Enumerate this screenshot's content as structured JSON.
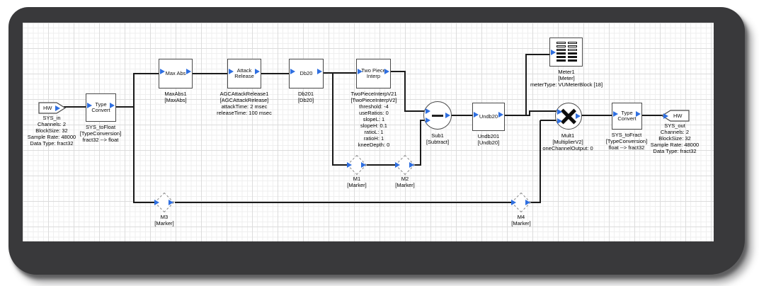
{
  "colors": {
    "wire": "#1b1b1b",
    "port_arrow": "#2f6fe0",
    "block_border": "#4a4a4a",
    "frame": "#39393b",
    "grid_minor": "#efefef",
    "grid_major": "#dcdcdc"
  },
  "diagram": {
    "nodes": {
      "sys_in": {
        "label": "HW",
        "lines": [
          "SYS_in",
          "Channels: 2",
          "BlockSize: 32",
          "Sample Rate: 48000",
          "Data Type: fract32"
        ]
      },
      "sys_to_float": {
        "title": "Type\nConvert",
        "lines": [
          "SYS_toFloat",
          "[TypeConversion]",
          "fract32 --> float"
        ]
      },
      "max_abs": {
        "title": "Max Abs",
        "lines": [
          "MaxAbs1",
          "[MaxAbs]"
        ]
      },
      "attack_release": {
        "title": "Attack\nRelease",
        "lines": [
          "AGCAttackRelease1",
          "[AGCAttackRelease]",
          "attackTime: 2 msec",
          "releaseTime: 100 msec"
        ]
      },
      "db20": {
        "title": "Db20",
        "lines": [
          "Db201",
          "[Db20]"
        ]
      },
      "two_piece_interp": {
        "title": "Two Piece\nInterp",
        "lines": [
          "TwoPieceInterpV21",
          "[TwoPieceInterpV2]",
          "threshold: -4",
          "useRatios: 0",
          "slopeL: 1",
          "slopeH: 0.1",
          "ratioL: 1",
          "ratioH: 1",
          "kneeDepth: 0"
        ]
      },
      "sub": {
        "glyph": "minus",
        "lines": [
          "Sub1",
          "[Subtract]"
        ]
      },
      "undb20": {
        "title": "Undb20",
        "lines": [
          "Undb201",
          "[Undb20]"
        ]
      },
      "meter": {
        "glyph": "vu-meter",
        "lines": [
          "Meter1",
          "[Meter]",
          "meterType: VUMeterBlock [18]"
        ]
      },
      "mult": {
        "glyph": "multiply",
        "lines": [
          "Mult1",
          "[MultiplierV2]",
          "oneChannelOutput: 0"
        ]
      },
      "sys_to_fract": {
        "title": "Type\nConvert",
        "lines": [
          "SYS_toFract",
          "[TypeConversion]",
          "float --> fract32"
        ]
      },
      "sys_out": {
        "label": "HW",
        "lines": [
          "SYS_out",
          "Channels: 2",
          "BlockSize: 32",
          "Sample Rate: 48000",
          "Data Type: fract32"
        ]
      },
      "m1": {
        "lines": [
          "M1",
          "[Marker]"
        ]
      },
      "m2": {
        "lines": [
          "M2",
          "[Marker]"
        ]
      },
      "m3": {
        "lines": [
          "M3",
          "[Marker]"
        ]
      },
      "m4": {
        "lines": [
          "M4",
          "[Marker]"
        ]
      }
    }
  }
}
